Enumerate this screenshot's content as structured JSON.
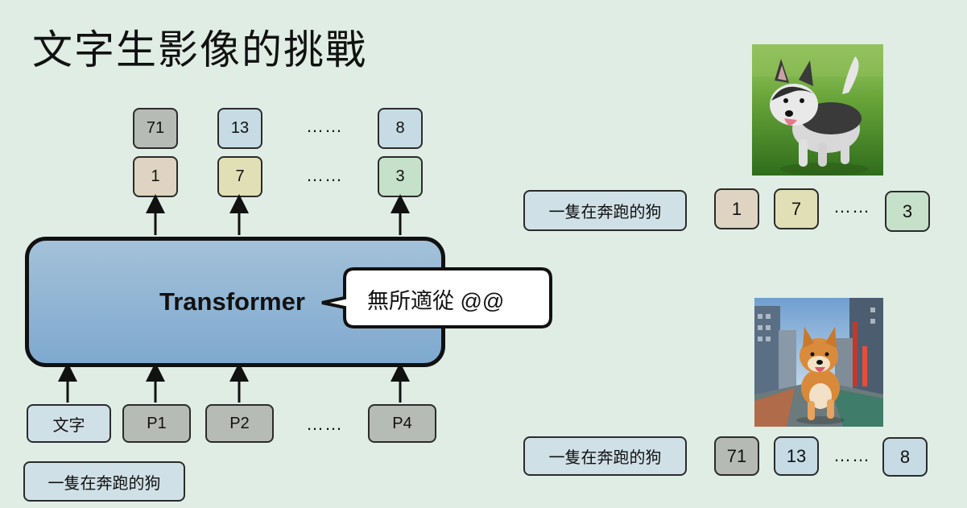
{
  "title": "文字生影像的挑戰",
  "top_row": [
    "71",
    "13",
    "8"
  ],
  "second_row": [
    "1",
    "7",
    "3"
  ],
  "dots": "……",
  "transformer_label": "Transformer",
  "speech_bubble": "無所適從 @@",
  "inputs": [
    "文字",
    "P1",
    "P2",
    "P4"
  ],
  "prompt_text": "一隻在奔跑的狗",
  "examples": [
    {
      "caption": "一隻在奔跑的狗",
      "tokens": [
        "1",
        "7",
        "3"
      ],
      "image": "husky-running-in-grass"
    },
    {
      "caption": "一隻在奔跑的狗",
      "tokens": [
        "71",
        "13",
        "8"
      ],
      "image": "shiba-running-in-city"
    }
  ]
}
